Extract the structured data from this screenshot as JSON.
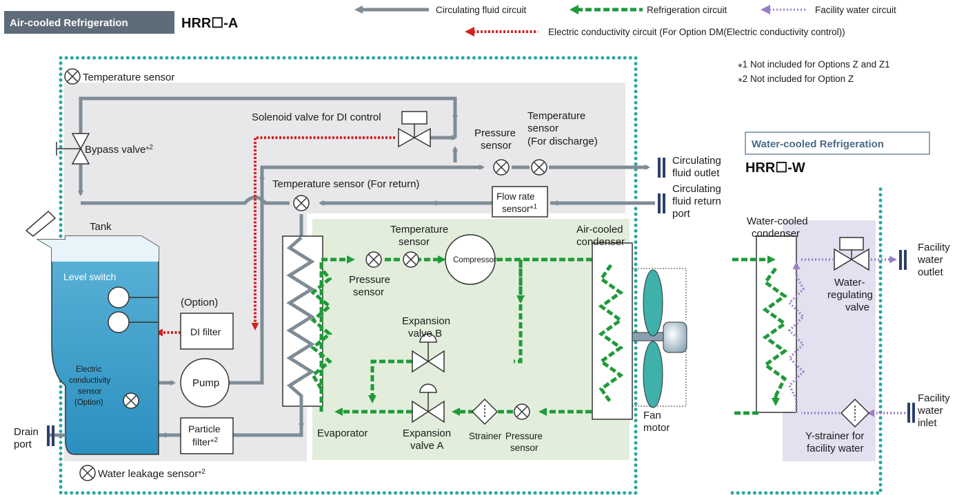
{
  "air_cooled": {
    "tag": "Air-cooled Refrigeration",
    "model": "HRR☐-A"
  },
  "water_cooled": {
    "tag": "Water-cooled Refrigeration",
    "model": "HRR☐-W"
  },
  "legend": {
    "circulating": "Circulating fluid circuit",
    "refrigeration": "Refrigeration circuit",
    "facility": "Facility water circuit",
    "conductivity": "Electric conductivity circuit (For Option DM(Electric conductivity control))"
  },
  "notes": {
    "note1": "⁎1  Not included for Options Z and Z1",
    "note2": "⁎2  Not included for Option Z"
  },
  "labels": {
    "temp_sensor_top": "Temperature sensor",
    "solenoid": "Solenoid valve for DI control",
    "bypass": "Bypass valve",
    "bypass_sup": "⁎2",
    "pressure_sensor_top_1": "Pressure",
    "pressure_sensor_top_2": "sensor",
    "temp_discharge_1": "Temperature",
    "temp_discharge_2": "sensor",
    "temp_discharge_3": "(For discharge)",
    "circ_outlet_1": "Circulating",
    "circ_outlet_2": "fluid outlet",
    "temp_return": "Temperature sensor (For return)",
    "flow_rate_1": "Flow rate",
    "flow_rate_2": "sensor",
    "flow_rate_sup": "⁎1",
    "circ_return_1": "Circulating",
    "circ_return_2": "fluid return",
    "circ_return_3": "port",
    "tank": "Tank",
    "level_switch": "Level switch",
    "option": "(Option)",
    "di_filter": "DI filter",
    "ec_sensor_1": "Electric",
    "ec_sensor_2": "conductivity",
    "ec_sensor_3": "sensor",
    "ec_sensor_4": "(Option)",
    "pump": "Pump",
    "particle_1": "Particle",
    "particle_2": "filter",
    "particle_sup": "⁎2",
    "drain_1": "Drain",
    "drain_2": "port",
    "water_leak": "Water leakage sensor",
    "water_leak_sup": "⁎2",
    "evap_temp_1": "Temperature",
    "evap_temp_2": "sensor",
    "evap_press_1": "Pressure",
    "evap_press_2": "sensor",
    "compressor": "Compressor",
    "air_cond_1": "Air-cooled",
    "air_cond_2": "condenser",
    "exp_b_1": "Expansion",
    "exp_b_2": "valve B",
    "exp_a_1": "Expansion",
    "exp_a_2": "valve A",
    "evaporator": "Evaporator",
    "strainer": "Strainer",
    "press_bottom_1": "Pressure",
    "press_bottom_2": "sensor",
    "fan_1": "Fan",
    "fan_2": "motor",
    "water_cond_1": "Water-cooled",
    "water_cond_2": "condenser",
    "water_reg_1": "Water-",
    "water_reg_2": "regulating",
    "water_reg_3": "valve",
    "fac_outlet_1": "Facility",
    "fac_outlet_2": "water",
    "fac_outlet_3": "outlet",
    "fac_inlet_1": "Facility",
    "fac_inlet_2": "water",
    "fac_inlet_3": "inlet",
    "ystrainer_1": "Y-strainer for",
    "ystrainer_2": "facility water"
  },
  "colors": {
    "circulating": "#7f8c96",
    "refrigeration": "#1f9a3a",
    "facility": "#9a80c4",
    "conductivity": "#d42020",
    "enclosure": "#2aa8a0",
    "tag_bg": "#5d6c78",
    "water_tag": "#4a6a86"
  }
}
